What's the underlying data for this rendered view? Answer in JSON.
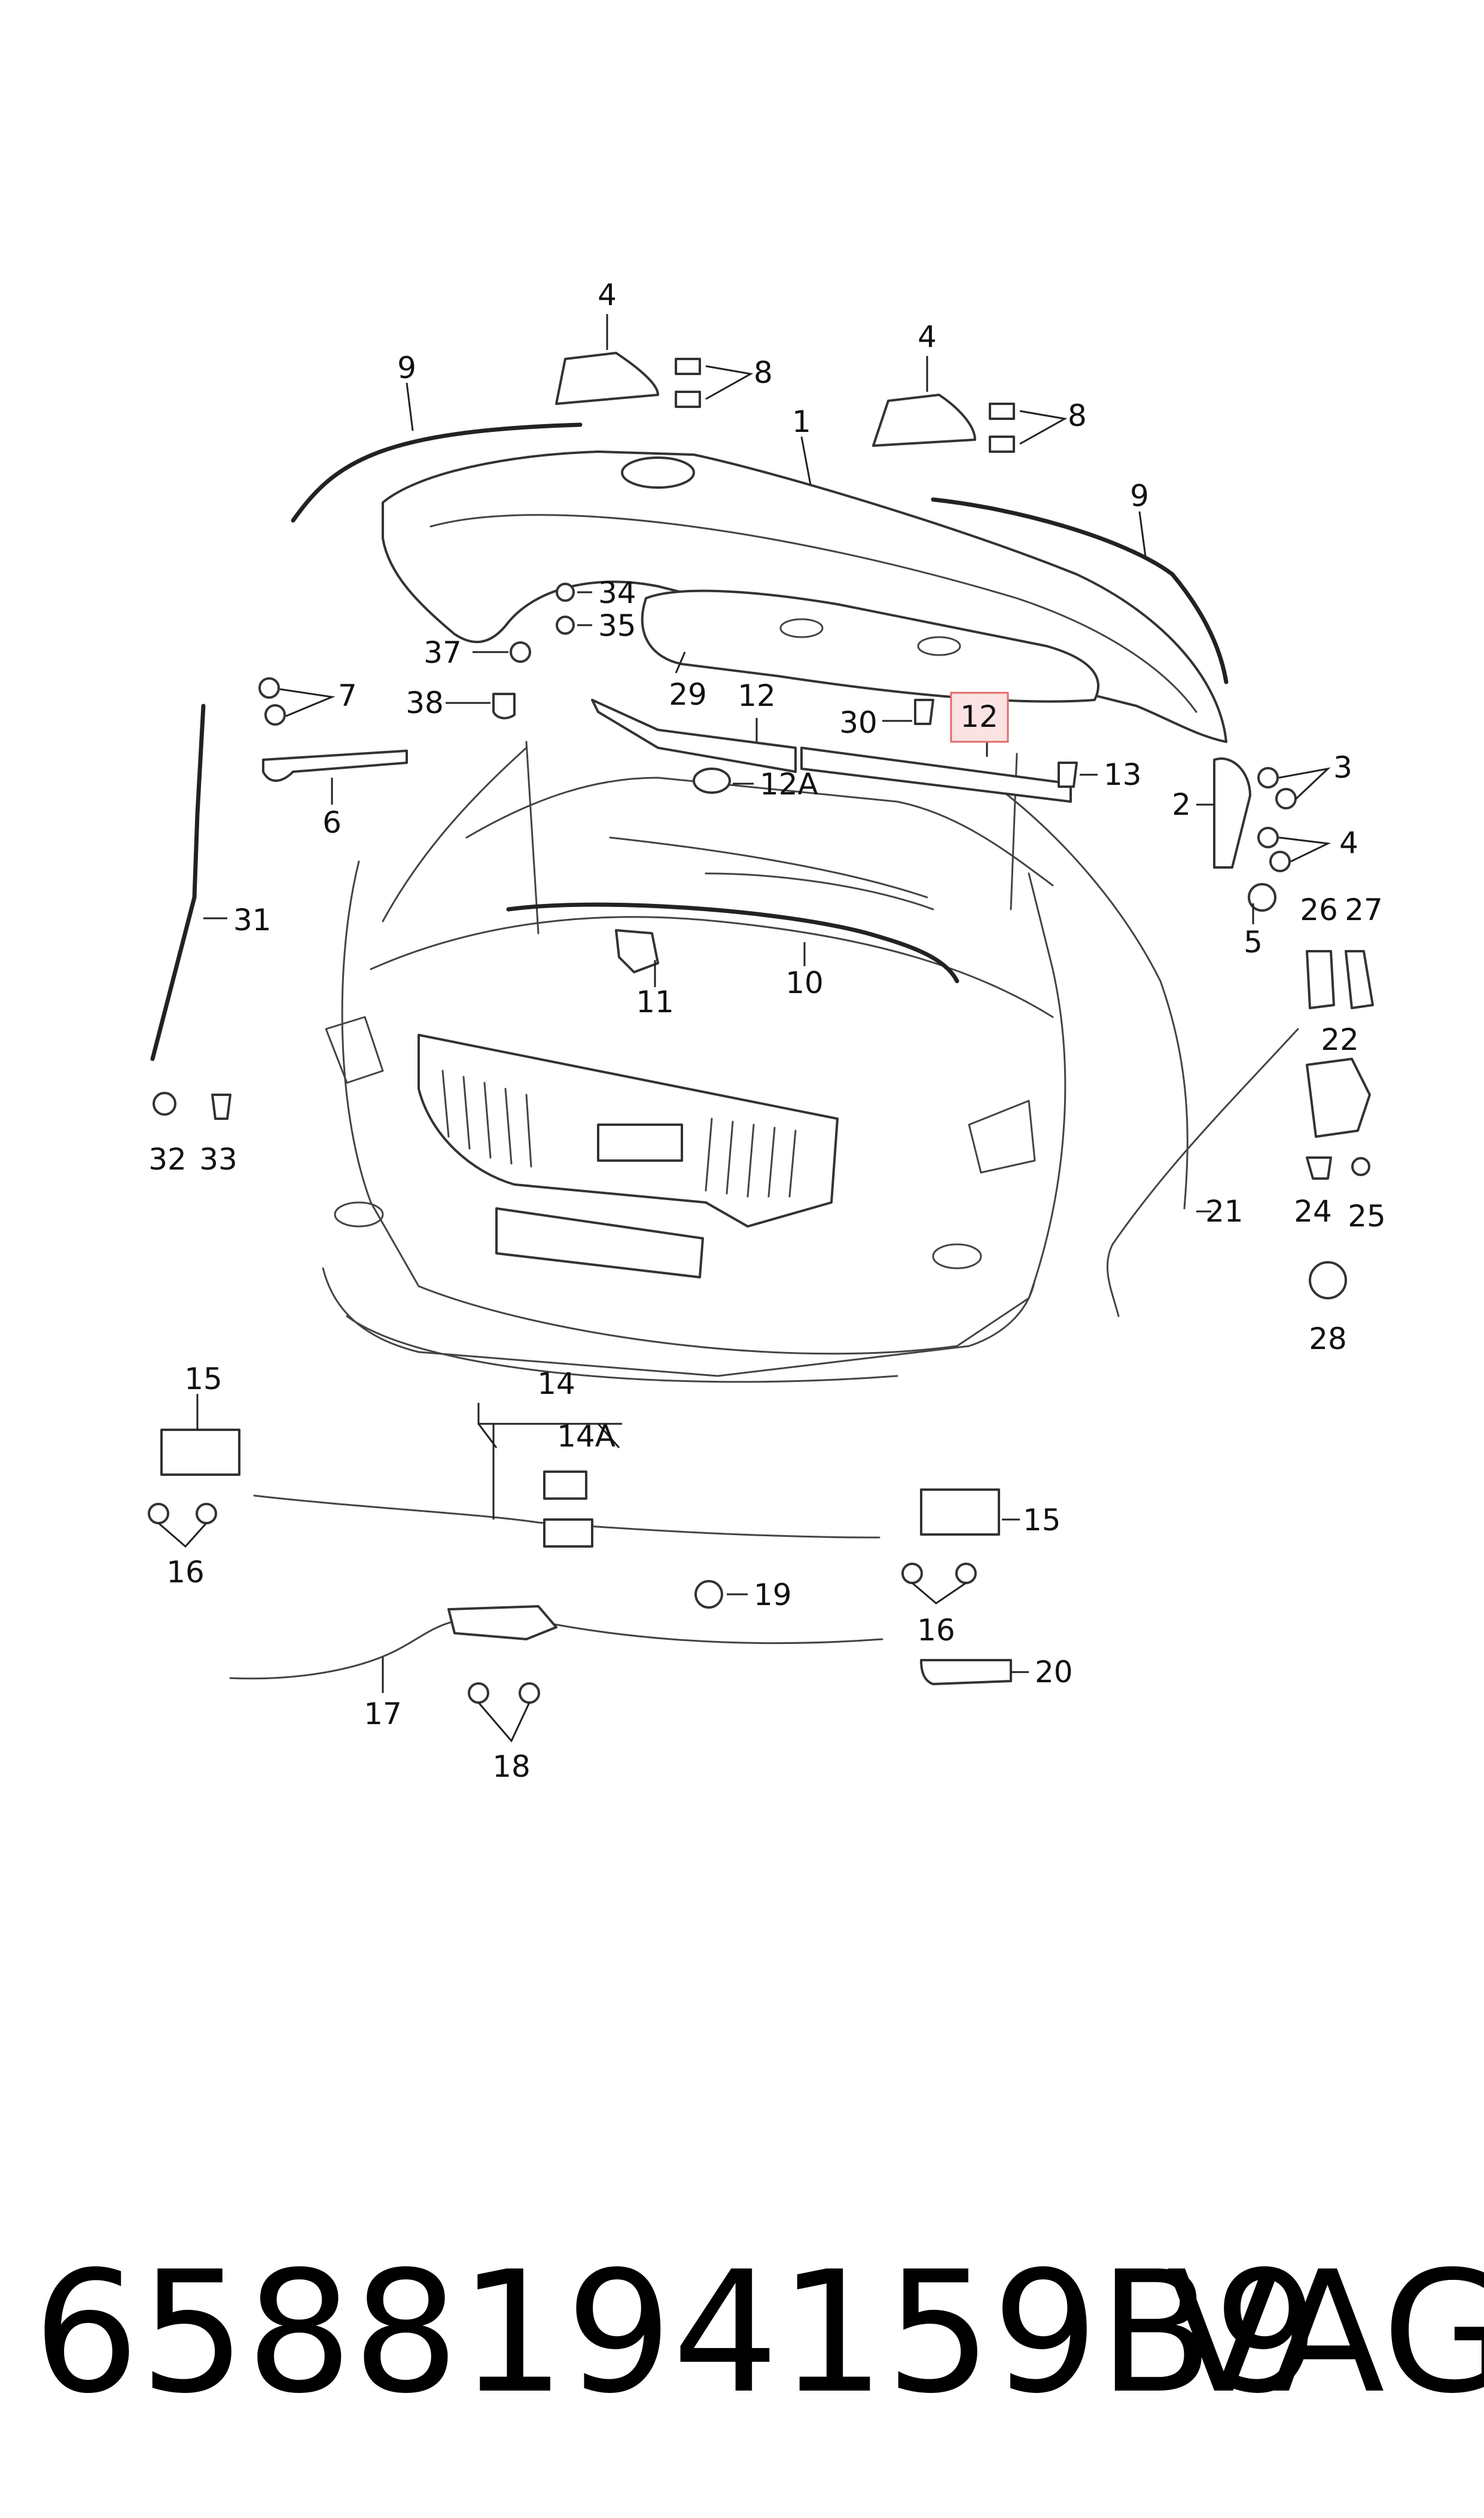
{
  "diagram": {
    "callouts": [
      "1",
      "2",
      "3",
      "4",
      "4",
      "4",
      "5",
      "6",
      "7",
      "8",
      "8",
      "9",
      "9",
      "10",
      "11",
      "12",
      "12",
      "12A",
      "13",
      "14",
      "14A",
      "15",
      "15",
      "16",
      "16",
      "17",
      "18",
      "19",
      "20",
      "21",
      "22",
      "24",
      "25",
      "26",
      "27",
      "28",
      "29",
      "30",
      "31",
      "32",
      "33",
      "34",
      "35",
      "37",
      "38"
    ],
    "highlighted_callout": "12",
    "highlight_color": "#e06b6b"
  },
  "footer": {
    "part_number": "6588194159B9",
    "brand": "VAG"
  }
}
